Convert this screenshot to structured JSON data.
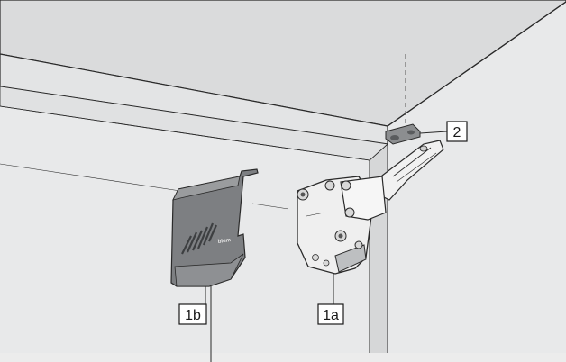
{
  "callouts": {
    "part_1a": "1a",
    "part_1b": "1b",
    "part_2": "2"
  },
  "brand_mark": "blum",
  "colors": {
    "background": "#e8e9ea",
    "cabinet_panel": "#dfe0e1",
    "cover_cap": "#7d7f82",
    "mechanism": "#eeeeee",
    "line": "#2a2a2a"
  }
}
